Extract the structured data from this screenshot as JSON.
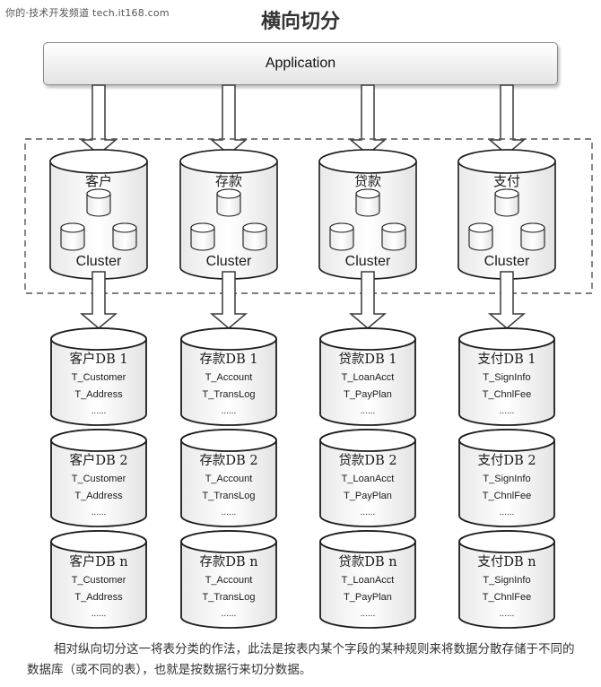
{
  "watermark": "你的·技术开发频道 tech.it168.com",
  "title": "横向切分",
  "application_label": "Application",
  "cluster_label": "Cluster",
  "columns": [
    {
      "name": "客户",
      "dbs": [
        {
          "name": "客户DB 1",
          "tables": [
            "T_Customer",
            "T_Address"
          ],
          "more": "......"
        },
        {
          "name": "客户DB 2",
          "tables": [
            "T_Customer",
            "T_Address"
          ],
          "more": "......"
        },
        {
          "name": "客户DB n",
          "tables": [
            "T_Customer",
            "T_Address"
          ],
          "more": "......"
        }
      ]
    },
    {
      "name": "存款",
      "dbs": [
        {
          "name": "存款DB 1",
          "tables": [
            "T_Account",
            "T_TransLog"
          ],
          "more": "......"
        },
        {
          "name": "存款DB 2",
          "tables": [
            "T_Account",
            "T_TransLog"
          ],
          "more": "......"
        },
        {
          "name": "存款DB n",
          "tables": [
            "T_Account",
            "T_TransLog"
          ],
          "more": "......"
        }
      ]
    },
    {
      "name": "贷款",
      "dbs": [
        {
          "name": "贷款DB 1",
          "tables": [
            "T_LoanAcct",
            "T_PayPlan"
          ],
          "more": "......"
        },
        {
          "name": "贷款DB 2",
          "tables": [
            "T_LoanAcct",
            "T_PayPlan"
          ],
          "more": "......"
        },
        {
          "name": "贷款DB n",
          "tables": [
            "T_LoanAcct",
            "T_PayPlan"
          ],
          "more": "......"
        }
      ]
    },
    {
      "name": "支付",
      "dbs": [
        {
          "name": "支付DB 1",
          "tables": [
            "T_SignInfo",
            "T_ChnlFee"
          ],
          "more": "......"
        },
        {
          "name": "支付DB 2",
          "tables": [
            "T_SignInfo",
            "T_ChnlFee"
          ],
          "more": "......"
        },
        {
          "name": "支付DB n",
          "tables": [
            "T_SignInfo",
            "T_ChnlFee"
          ],
          "more": "......"
        }
      ]
    }
  ],
  "caption": "相对纵向切分这一将表分类的作法，此法是按表内某个字段的某种规则来将数据分散存储于不同的数据库（或不同的表），也就是按数据行来切分数据。"
}
